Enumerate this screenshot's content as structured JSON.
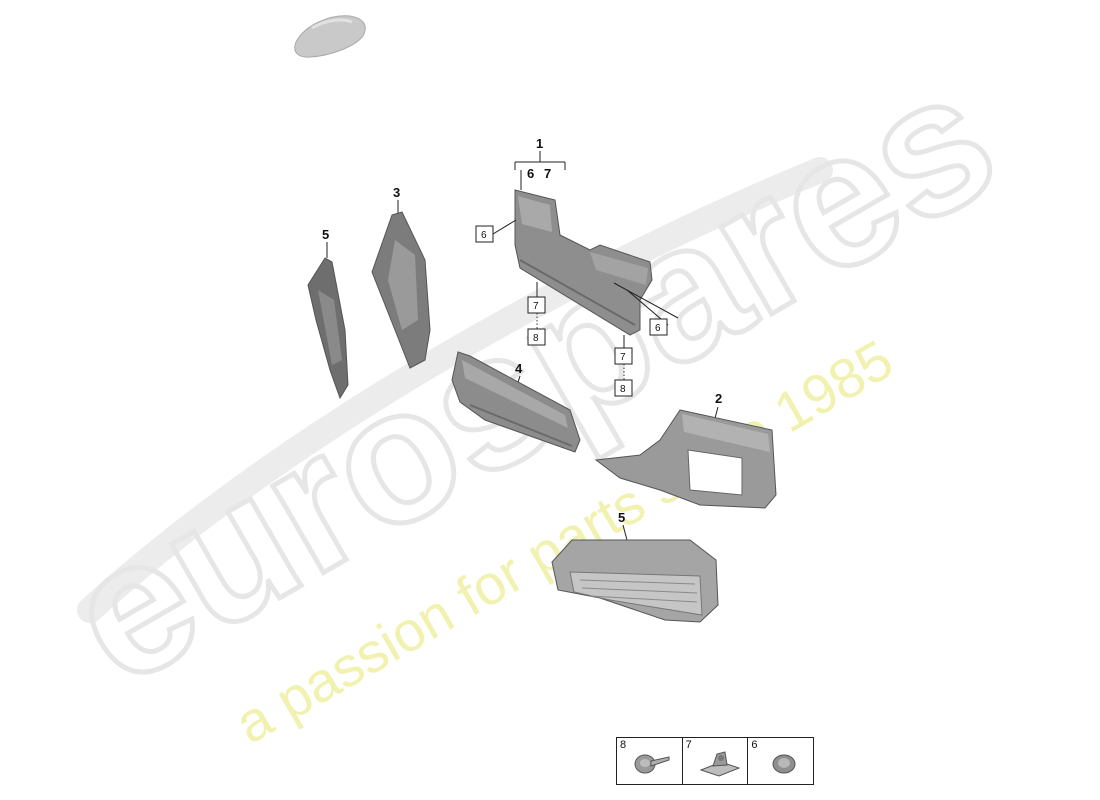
{
  "watermark": {
    "brand": "eurospares",
    "tagline": "a passion for parts since 1985"
  },
  "diagram": {
    "parts": [
      {
        "number": "1",
        "sub_labels": [
          "6",
          "7"
        ]
      },
      {
        "number": "2"
      },
      {
        "number": "3"
      },
      {
        "number": "4"
      },
      {
        "number": "5"
      },
      {
        "number": "5"
      }
    ],
    "boxed_callouts": [
      "6",
      "7",
      "8",
      "6",
      "7",
      "8"
    ]
  },
  "legend": {
    "items": [
      {
        "number": "8",
        "icon": "screw-icon"
      },
      {
        "number": "7",
        "icon": "clip-nut-icon"
      },
      {
        "number": "6",
        "icon": "grommet-icon"
      }
    ]
  }
}
